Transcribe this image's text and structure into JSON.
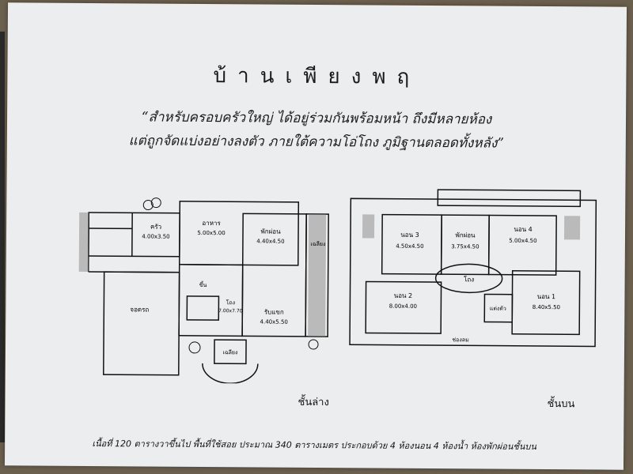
{
  "title": "บ้านเพียงพฤ",
  "subtitle_line1": "“สำหรับครอบครัวใหญ่ ได้อยู่ร่วมกันพร้อมหน้า ถึงมีหลายห้อง",
  "subtitle_line2": "แต่ถูกจัดแบ่งอย่างลงตัว ภายใต้ความโอ่โถง ภูมิฐานตลอดทั้งหลัง”",
  "ground_floor": {
    "label": "ชั้นล่าง",
    "rooms": [
      {
        "name": "ครัว",
        "size": "4.00x3.50"
      },
      {
        "name": "อาหาร",
        "size": "5.00x5.00"
      },
      {
        "name": "พักผ่อน",
        "size": "4.40x4.50"
      },
      {
        "name": "เฉลียง",
        "size": ""
      },
      {
        "name": "ขึ้น",
        "size": ""
      },
      {
        "name": "โถง",
        "size": "7.00x7.70"
      },
      {
        "name": "รับแขก",
        "size": "4.40x5.50"
      },
      {
        "name": "จอดรถ",
        "size": ""
      },
      {
        "name": "เฉลียง",
        "size": ""
      }
    ]
  },
  "upper_floor": {
    "label": "ชั้นบน",
    "rooms": [
      {
        "name": "นอน 3",
        "size": "4.50x4.50"
      },
      {
        "name": "พักผ่อน",
        "size": "3.75x4.50"
      },
      {
        "name": "นอน 4",
        "size": "5.00x4.50"
      },
      {
        "name": "นอน 2",
        "size": "8.00x4.00"
      },
      {
        "name": "โถง",
        "size": ""
      },
      {
        "name": "นอน 1",
        "size": "8.40x5.50"
      },
      {
        "name": "แต่งตัว",
        "size": ""
      },
      {
        "name": "ช่องลม",
        "size": ""
      }
    ]
  },
  "footer": "เนื้อที่ 120 ตารางวาขึ้นไป พื้นที่ใช้สอย ประมาณ 340 ตารางเมตร ประกอบด้วย 4 ห้องนอน 4 ห้องน้ำ ห้องพักผ่อนชั้นบน"
}
